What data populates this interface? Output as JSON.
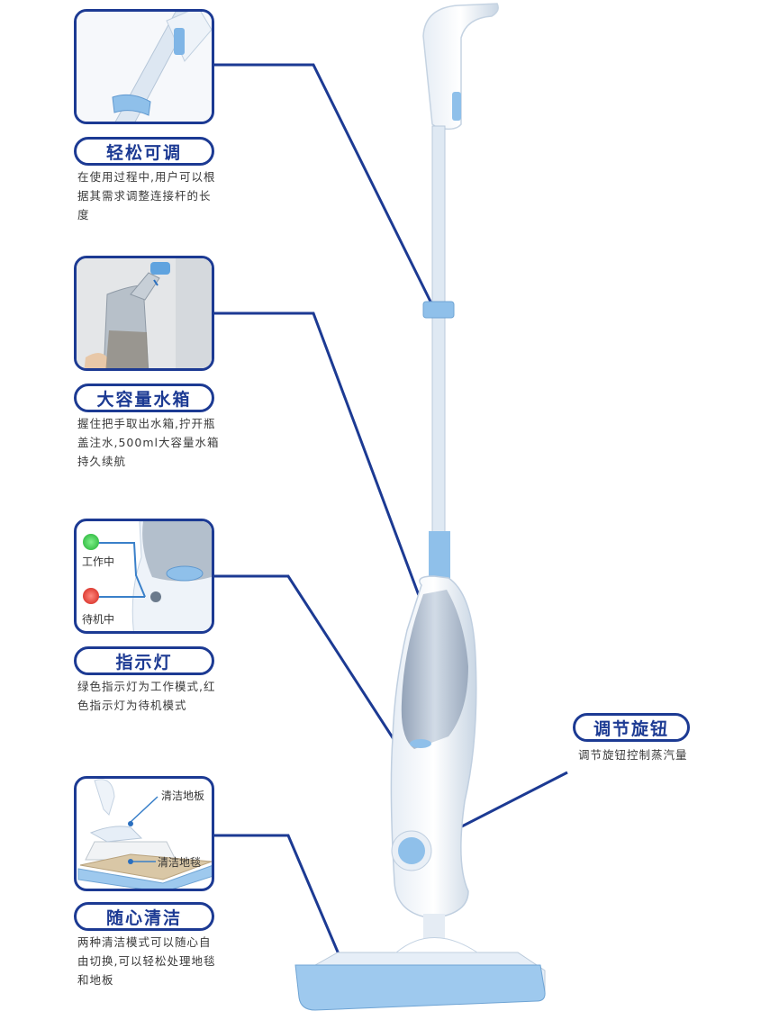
{
  "features": [
    {
      "title": "轻松可调",
      "desc": "在使用过程中,用户可以根据其需求调整连接杆的长度"
    },
    {
      "title": "大容量水箱",
      "desc": "握住把手取出水箱,拧开瓶盖注水,500ml大容量水箱持久续航"
    },
    {
      "title": "指示灯",
      "desc": "绿色指示灯为工作模式,红色指示灯为待机模式",
      "status_on": "工作中",
      "status_standby": "待机中"
    },
    {
      "title": "随心清洁",
      "desc": "两种清洁模式可以随心自由切换,可以轻松处理地毯和地板",
      "floor_label": "清洁地板",
      "carpet_label": "清洁地毯"
    }
  ],
  "knob": {
    "title": "调节旋钮",
    "desc": "调节旋钮控制蒸汽量"
  },
  "colors": {
    "accent": "#1c3a93",
    "product_blue": "#8fc0ea",
    "light_on": "#2ecc40",
    "light_standby": "#e0302a"
  },
  "icons": [
    "mop-product-illustration",
    "water-bottle-illustration",
    "indicator-light-illustration",
    "mop-pad-illustration"
  ]
}
